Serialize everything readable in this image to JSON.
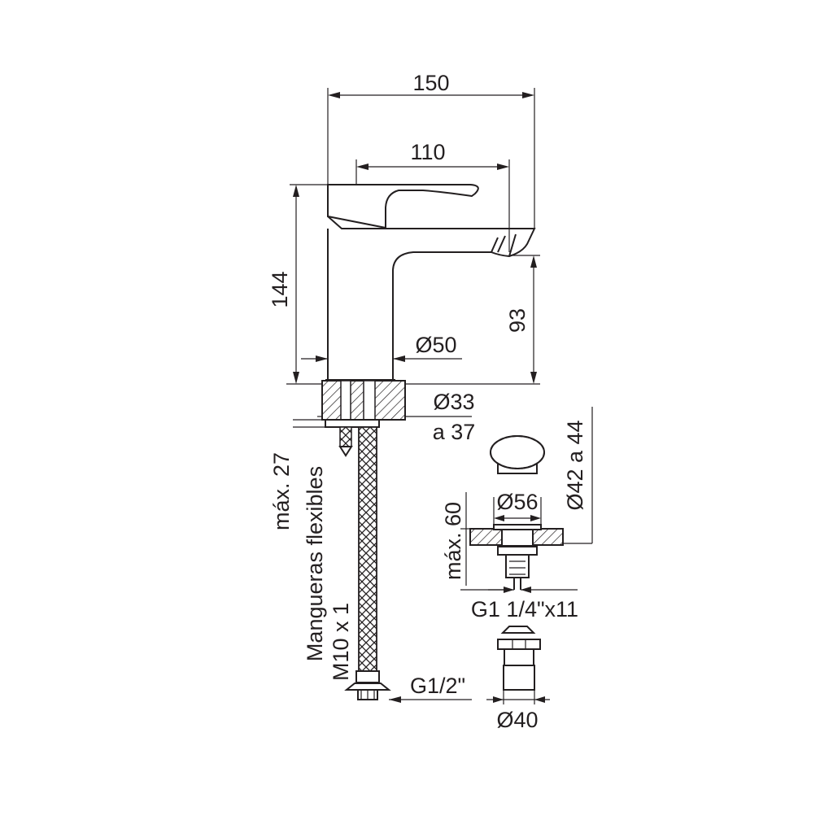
{
  "dimensions": {
    "overall_length": "150",
    "spout_reach": "110",
    "overall_height": "144",
    "spout_height": "93",
    "body_diameter": "Ø50",
    "hole_diameter": "Ø33",
    "hole_diameter_range": "a 37",
    "max_thickness": "máx. 27",
    "hoses_label": "Mangueras flexibles",
    "hoses_thread": "M10 x 1",
    "hose_connection": "G1/2\"",
    "drain_cap_diameter": "Ø56",
    "drain_hole_diameter": "Ø42 a 44",
    "drain_max_thickness": "máx. 60",
    "drain_thread": "G1 1/4\"x11",
    "drain_base_diameter": "Ø40"
  },
  "colors": {
    "line": "#231f20",
    "background": "#ffffff"
  }
}
